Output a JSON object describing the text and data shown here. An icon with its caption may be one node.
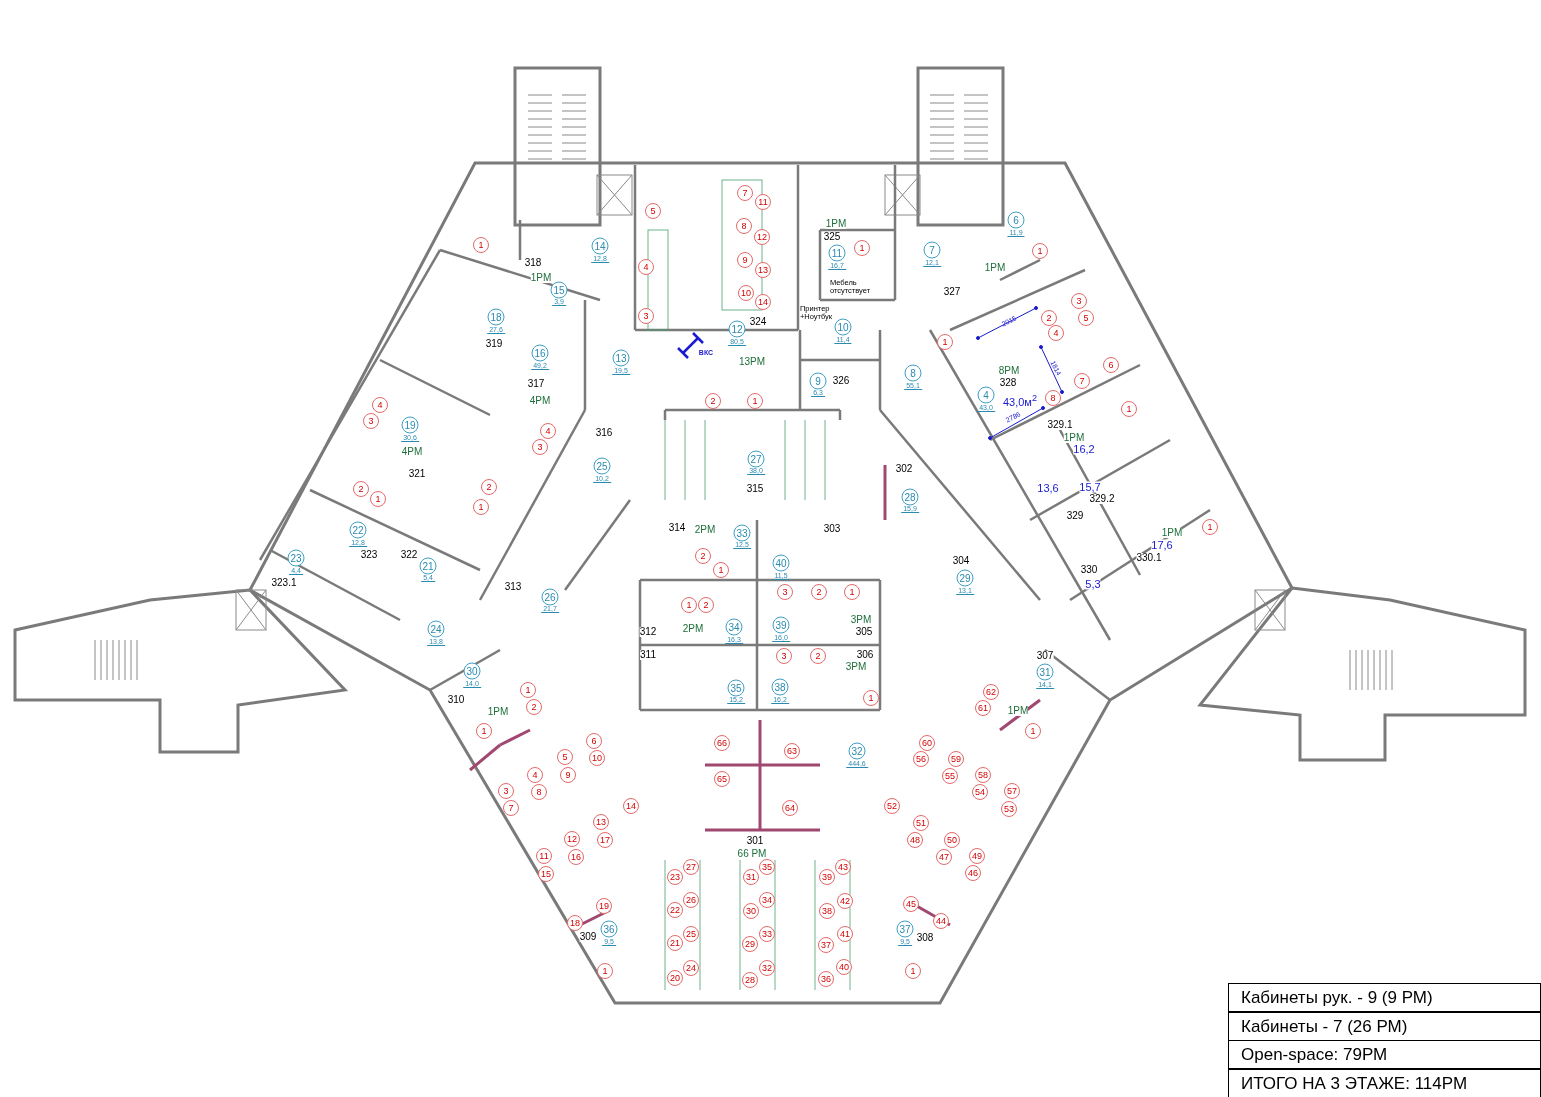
{
  "diagram": {
    "labels": [
      "5",
      "14",
      "12,8",
      "4",
      "3",
      "1",
      "318",
      "1РМ",
      "15",
      "3,9",
      "18",
      "27,6",
      "319",
      "16",
      "49,2",
      "317",
      "4РМ",
      "13",
      "19,5",
      "4",
      "3",
      "19",
      "30,6",
      "4РМ",
      "321",
      "4",
      "3",
      "316",
      "25",
      "10,2",
      "2",
      "1",
      "2",
      "1",
      "22",
      "12,8",
      "323",
      "322",
      "23",
      "4,4",
      "323.1",
      "21",
      "5,4",
      "313",
      "26",
      "21,7",
      "24",
      "13,8",
      "7",
      "11",
      "8",
      "12",
      "9",
      "13",
      "10",
      "14",
      "1РМ",
      "325",
      "11",
      "16,7",
      "1",
      "Мебель отсутствует",
      "324",
      "Принтер +Ноутбук",
      "12",
      "80,5",
      "10",
      "11,4",
      "ВКС",
      "13РМ",
      "9",
      "6,3",
      "326",
      "2",
      "1",
      "8",
      "55,1",
      "7",
      "12,1",
      "6",
      "11,9",
      "1",
      "1РМ",
      "327",
      "3",
      "2",
      "5",
      "4",
      "1",
      "2015",
      "1814",
      "6",
      "8РМ",
      "328",
      "7",
      "4",
      "43,0",
      "43,0м$^{2}$",
      "8",
      "2786",
      "1",
      "329.1",
      "1РМ",
      "16,2",
      "13,6",
      "15,7",
      "329.2",
      "329",
      "1",
      "1РМ",
      "17,6",
      "330.1",
      "330",
      "5,3",
      "27",
      "38,0",
      "302",
      "315",
      "28",
      "15,9",
      "314",
      "2РМ",
      "33",
      "12,5",
      "303",
      "2",
      "1",
      "40",
      "304",
      "11,5",
      "29",
      "3",
      "2",
      "1",
      "13,1",
      "1",
      "2",
      "312",
      "2РМ",
      "34",
      "16,3",
      "39",
      "16,0",
      "3РМ",
      "305",
      "311",
      "3",
      "2",
      "306",
      "3РМ",
      "35",
      "15,2",
      "38",
      "16,2",
      "1",
      "30",
      "14,0",
      "310",
      "1",
      "2",
      "1РМ",
      "1",
      "6",
      "5",
      "10",
      "4",
      "9",
      "3",
      "8",
      "7",
      "14",
      "13",
      "12",
      "17",
      "11",
      "16",
      "15",
      "19",
      "18",
      "309",
      "36",
      "9,5",
      "1",
      "66",
      "63",
      "32",
      "444,6",
      "65",
      "64",
      "301",
      "66 РМ",
      "27",
      "35",
      "43",
      "23",
      "31",
      "39",
      "26",
      "34",
      "42",
      "22",
      "30",
      "38",
      "25",
      "33",
      "41",
      "21",
      "29",
      "37",
      "24",
      "32",
      "40",
      "20",
      "28",
      "36",
      "307",
      "31",
      "14,1",
      "62",
      "61",
      "1РМ",
      "1",
      "60",
      "56",
      "59",
      "55",
      "58",
      "54",
      "57",
      "52",
      "53",
      "51",
      "48",
      "50",
      "47",
      "49",
      "46",
      "45",
      "44",
      "37",
      "308",
      "9,5",
      "1",
      "Кабинеты рук. - 9 (9 РМ)",
      "Кабинеты - 7 (26 РМ)",
      "Open-space: 79РМ",
      "ИТОГО НА 3 ЭТАЖЕ: 114РМ"
    ]
  }
}
